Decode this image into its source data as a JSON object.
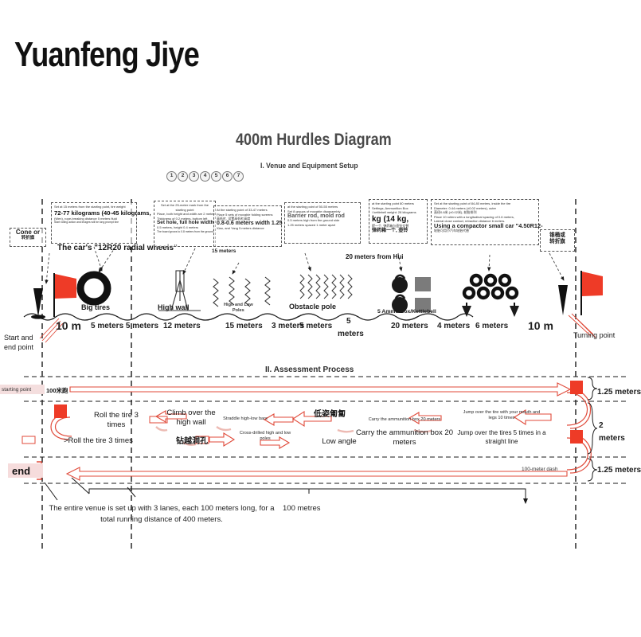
{
  "brand": {
    "title": "Yuanfeng Jiye"
  },
  "header": {
    "diagram_title": "400m Hurdles Diagram",
    "subtitle": "I. Venue and Equipment Setup",
    "section2": "II. Assessment Process",
    "steps": [
      "1",
      "2",
      "3",
      "4",
      "5",
      "6",
      "7"
    ]
  },
  "callouts": [
    {
      "id": "tires-callout",
      "lines_small": [
        "Set at 15 meters from the starting point, tire weight"
      ],
      "line_large": "72-77 kilograms (40-45 kilograms,",
      "lines_small2": [
        "(Wen), rope-breaking distance 5 meters fluid",
        "Start rolling action and images will be long prompt line"
      ],
      "line_title": "The car's \"12R20 radial wheels\""
    },
    {
      "id": "highwall-callout",
      "lines_small": [
        "Set at the 25-meter mark from the",
        "starting point",
        "Place, both height and width are 2 meters",
        "Thickness of 0.2 meters, bottom left"
      ],
      "line_title": "Set hole, full hole width",
      "lines_small2": [
        "0.5 meters, height 0.4 meters",
        "The board grows to 0.8 meters from the ground"
      ]
    },
    {
      "id": "lowpoles-callout",
      "lines_small": [
        "At the starting point of 33-47 meters",
        "Place 5 sets of movable folding screens",
        "高低杠, 设置高低杠高度"
      ],
      "line_title": "0.8-0.6 meters width 1.25",
      "lines_small2": [
        "Xiao, and Yang 5 meters distance"
      ]
    },
    {
      "id": "barrier-callout",
      "lines_small": [
        "at the starting point of 50-55 meters",
        "Set 8 groups of movable disassembly"
      ],
      "line_title": "Barrier rod, mold rod",
      "lines_small2": [
        "0.5 meters high from the ground side",
        "1.25 meters spaced 1 meter apart"
      ]
    },
    {
      "id": "ammo-callout",
      "lines_small": [
        "at the starting point 80 meters",
        "Settings, Ammunition Box",
        "/ kettlebell weight: 28 kilograms"
      ],
      "line_title": "kg (14 kg,",
      "lines_small2": [
        "提一个, 弹药箱与壶铃交替",
        "弹药箱一个, 壶铃"
      ],
      "footer": "20 meters from Hui"
    },
    {
      "id": "tiregrid-callout",
      "lines_small": [
        "Set at the starting point of 84-80 meters, inside the tire",
        "Diameter: 0.44 meters (±0.02 meters), outer",
        "直径0.8米 (±0.02米), 轮胎排列",
        "Place 10 rollers with a longitudinal spacing of 0.6 meters,",
        "Lateral close contact, retraction distance 6 meters."
      ],
      "line_title": "Using a compactor small car \"4.50R12-",
      "lines_small2": [
        "轮胎可用小汽车轮胎代替"
      ]
    },
    {
      "id": "cone-callout-left",
      "line_cn_1": "Cone or",
      "line_cn_2": "转折旗"
    },
    {
      "id": "cone-callout-right",
      "line_cn_1": "锥桶或",
      "line_cn_2": "转折旗"
    }
  ],
  "equipment": [
    {
      "name": "Big tires",
      "dist_before": "10 m",
      "dist_after": "5 meters 5 meters"
    },
    {
      "name": "High wall",
      "dist_after": "12 meters"
    },
    {
      "name": "High and Low\nPoles",
      "dist_after": "15 meters"
    },
    {
      "name": "Obstacle pole",
      "dist_after": "3 meters",
      "dist_after2": "5 meters"
    },
    {
      "name": "5 Ammo Box/Kettlebell",
      "dist_after": "5\nmeters",
      "dist_after2": "20 meters"
    },
    {
      "name": "tire-grid",
      "dist_after": "4 meters",
      "dist_after2": "6 meters"
    }
  ],
  "distances": {
    "d_10m_left": "10 m",
    "d_5_5": "5 meters 5 meters",
    "d_12": "12 meters",
    "d_15": "15 meters",
    "d_3": "3 meters",
    "d_5a": "5 meters",
    "d_5b": "5",
    "d_5b2": "meters",
    "d_20": "20 meters",
    "d_4": "4 meters",
    "d_6": "6 meters",
    "d_10m_right": "10 m"
  },
  "labels": {
    "cone_or": "Cone or",
    "cone_cn": "转折旗",
    "start_end_point": "Start and\nend point",
    "turning_point": "Turning point",
    "big_tires": "Big tires",
    "high_wall": "High wall",
    "high_low_poles": "High and Low\nPoles",
    "obstacle_pole": "Obstacle pole",
    "ammo_kettlebell": "5 Ammo Box/Kettlebell"
  },
  "process": {
    "starting_point": "starting point",
    "run_100_cn": "100米跑",
    "end": "end",
    "dash_100": "100-meter dash",
    "steps": [
      {
        "en": "Roll the tire 3\ntimes",
        "alt": ">Roll the tire 3 times"
      },
      {
        "en": "Climb over the\nhigh wall",
        "cn": "钻越洞孔"
      },
      {
        "en_small": "Straddle high-low bars",
        "en_small2": "Cross-drilled high and low\npoles"
      },
      {
        "cn": "低姿匍匐",
        "en": "Low angle"
      },
      {
        "en_small": "Carry the ammunition box 20 meters",
        "en": "Carry the ammunition box 20\nmeters"
      },
      {
        "en_small": "Jump over the tire with your mouth and\nlegs 10 times",
        "en": "Jump over the tires 5 times in a\nstraight line"
      }
    ],
    "lane_widths": [
      "1.25 meters",
      "2\nmeters",
      "1.25 meters"
    ]
  },
  "footer": {
    "venue_note": "The entire venue is set up with 3 lanes, each 100 meters long, for a total running distance of 400 meters.",
    "hundred_metres": "100 metres"
  },
  "colors": {
    "red": "#ee3b27",
    "red_light": "#f4dede",
    "dark": "#1a1a1a",
    "gray": "#6a6a6a",
    "title_gray": "#4a4a4a"
  }
}
